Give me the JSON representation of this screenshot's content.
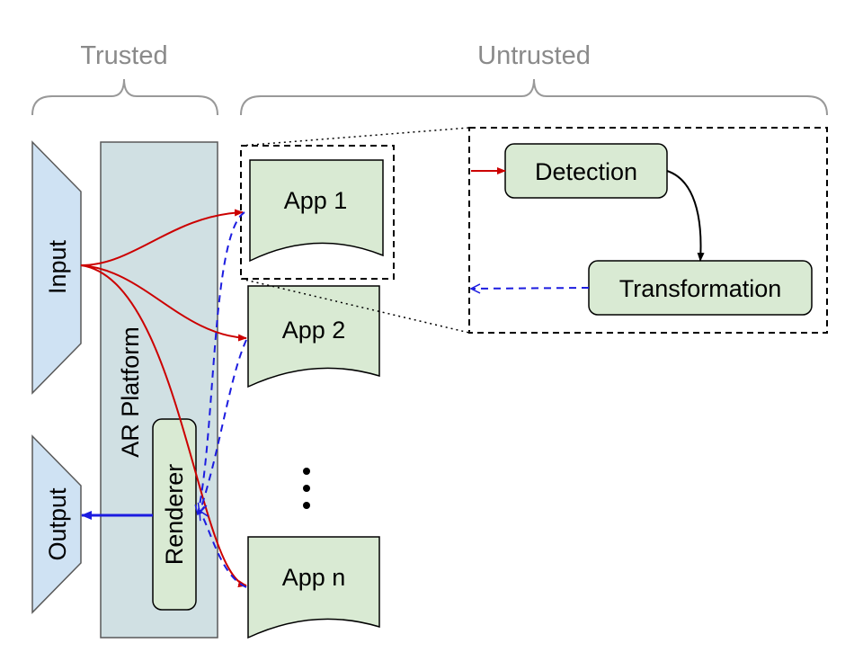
{
  "groups": {
    "trusted": "Trusted",
    "untrusted": "Untrusted"
  },
  "io": {
    "input": "Input",
    "output": "Output"
  },
  "platform": {
    "label": "AR Platform",
    "renderer": "Renderer"
  },
  "apps": [
    {
      "label": "App 1"
    },
    {
      "label": "App 2"
    },
    {
      "label": "App n"
    }
  ],
  "ellipsis": "⋮",
  "detail": {
    "detection": "Detection",
    "transformation": "Transformation"
  },
  "colors": {
    "io_fill": "#cfe2f3",
    "platform_fill": "#d0e0e3",
    "app_fill": "#d9ead3",
    "input_arrow": "#cc0000",
    "output_arrow": "#1c1ce0",
    "brace": "#999999"
  }
}
